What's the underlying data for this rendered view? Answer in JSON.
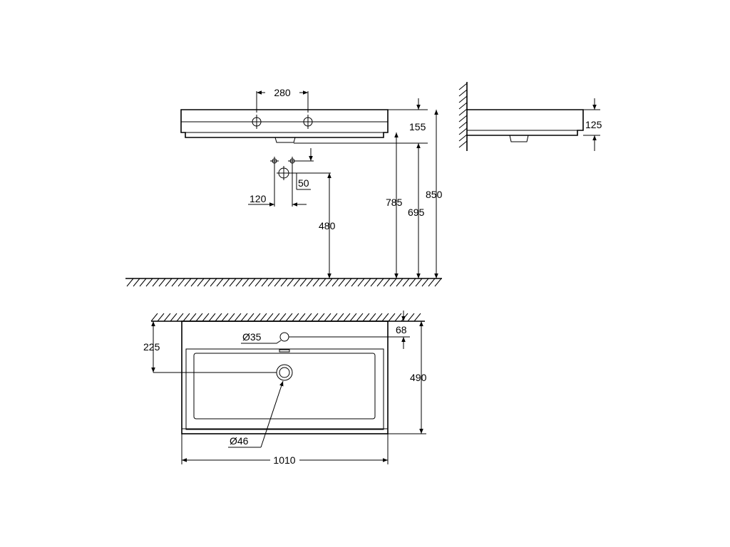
{
  "dimensions": {
    "faucet_hole_spacing": "280",
    "rim_height": "155",
    "side_height": "125",
    "top_height": "850",
    "trap_height": "785",
    "waste_height": "695",
    "supply_height": "480",
    "supply_spacing": "120",
    "supply_offset": "50",
    "rear_offset": "68",
    "overflow_diameter": "Ø35",
    "drain_depth": "225",
    "overall_depth": "490",
    "drain_diameter": "Ø46",
    "overall_width": "1010"
  },
  "colors": {
    "line": "#000000",
    "background": "#ffffff"
  }
}
